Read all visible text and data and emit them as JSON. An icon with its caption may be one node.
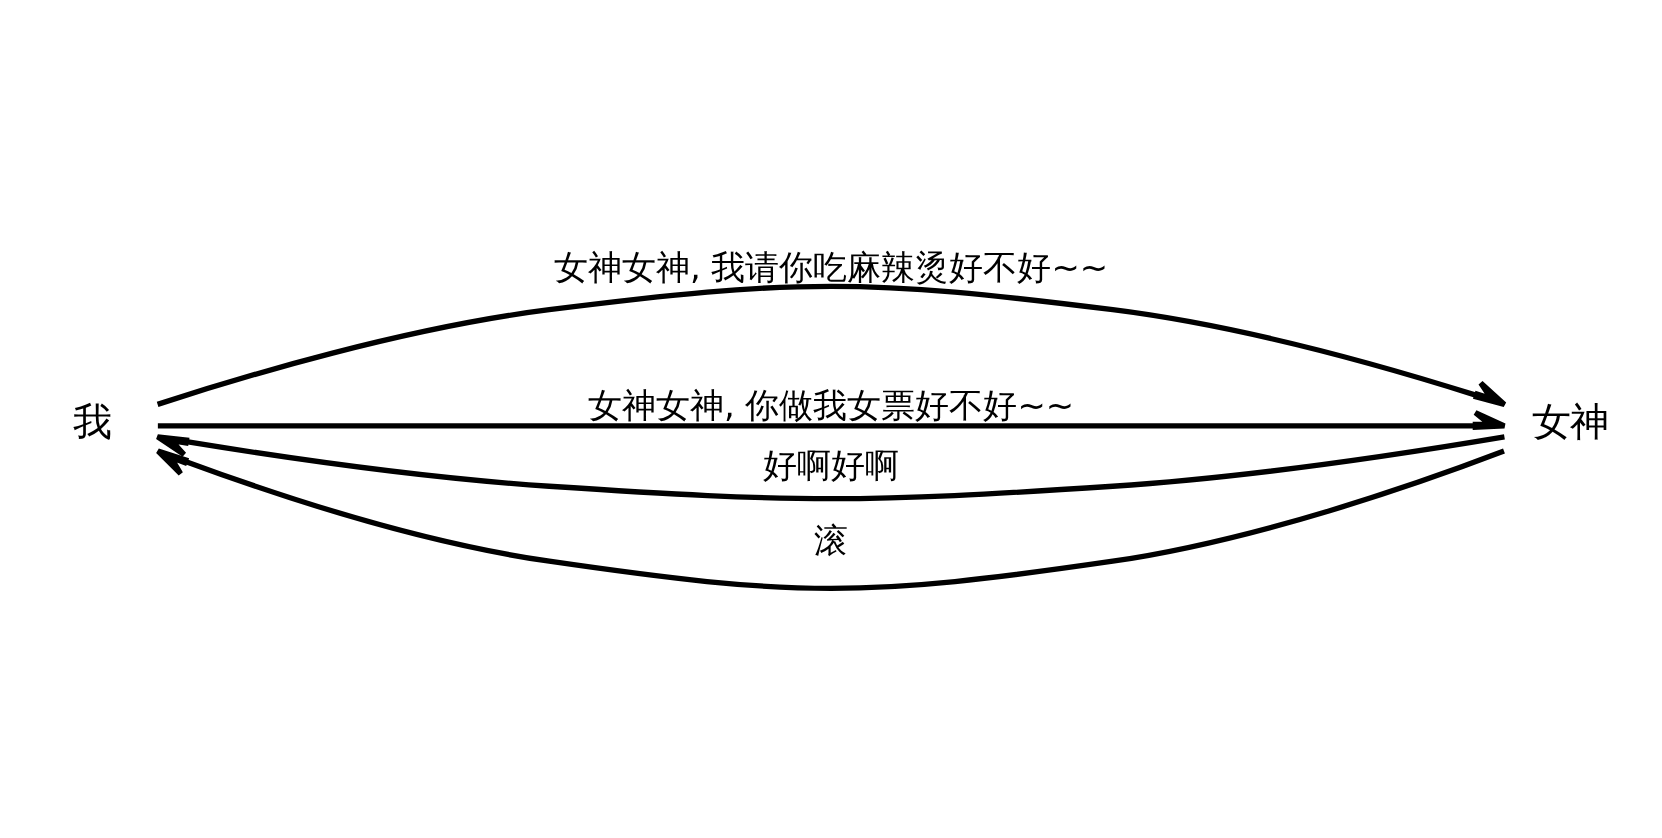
{
  "diagram": {
    "nodes": [
      {
        "text": [
          "我"
        ]
      },
      {
        "text": [
          "女神"
        ]
      }
    ],
    "edges": [
      {
        "from": 0,
        "to": 1,
        "arrow": "to",
        "label": "女神女神, 我请你吃麻辣烫好不好~~"
      },
      {
        "from": 0,
        "to": 1,
        "arrow": "to",
        "label": "女神女神, 你做我女票好不好~~"
      },
      {
        "from": 1,
        "to": 0,
        "arrow": "to",
        "label": "好啊好啊"
      },
      {
        "from": 1,
        "to": 0,
        "arrow": "to",
        "label": "滚"
      }
    ]
  }
}
